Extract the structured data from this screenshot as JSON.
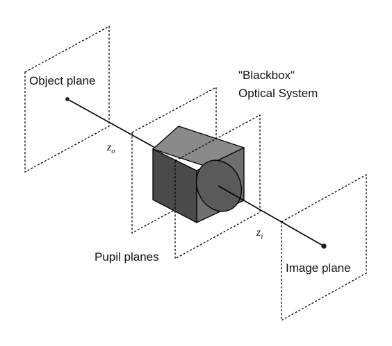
{
  "labels": {
    "object_plane": "Object plane",
    "blackbox_line1": "\"Blackbox\"",
    "blackbox_line2": "Optical System",
    "pupil_planes": "Pupil planes",
    "image_plane": "Image plane"
  },
  "math": {
    "z_object": {
      "base": "z",
      "subscript": "o"
    },
    "z_image": {
      "base": "z",
      "subscript": "i"
    }
  },
  "colors": {
    "line": "#000000",
    "cube_front": "#6f6f6f",
    "cube_top": "#8a8a8a",
    "cube_side": "#4a4a4a",
    "lens": "#5a5a5a",
    "background": "#ffffff"
  }
}
